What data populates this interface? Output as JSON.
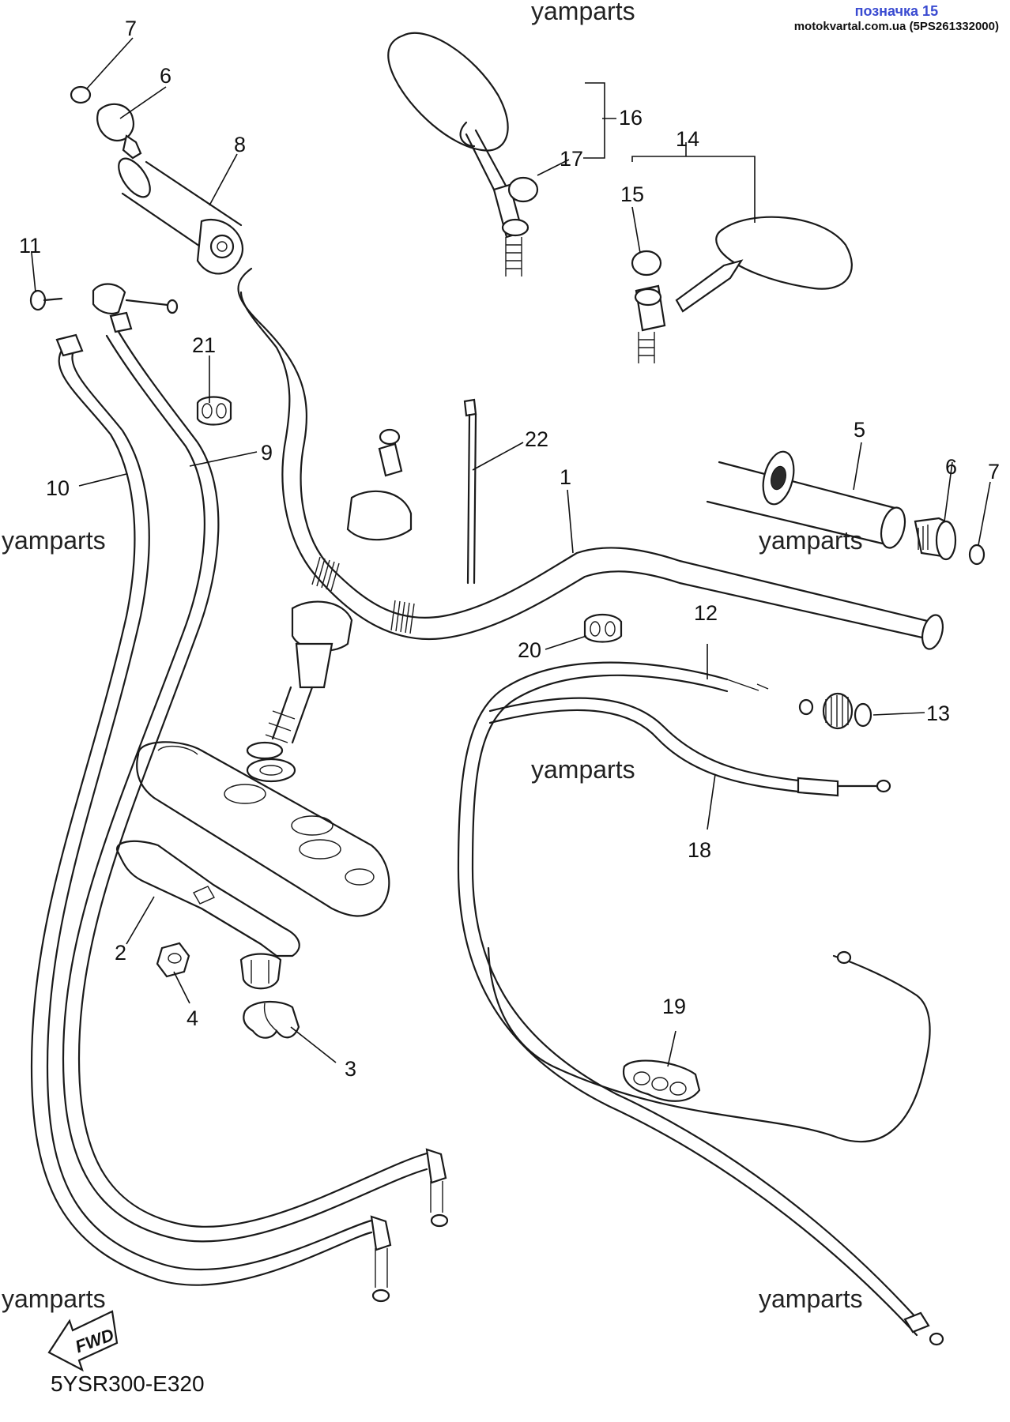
{
  "header": {
    "mark_label": "позначка 15",
    "source_label": "motokvartal.com.ua (5PS261332000)"
  },
  "watermark": "yamparts",
  "diagram_code": "5YSR300-E320",
  "fwd_label": "FWD",
  "callouts": {
    "n1": "1",
    "n2": "2",
    "n3": "3",
    "n4": "4",
    "n5": "5",
    "n6a": "6",
    "n6b": "6",
    "n7a": "7",
    "n7b": "7",
    "n8": "8",
    "n9": "9",
    "n10": "10",
    "n11": "11",
    "n12": "12",
    "n13": "13",
    "n14": "14",
    "n15": "15",
    "n16": "16",
    "n17": "17",
    "n18": "18",
    "n19": "19",
    "n20": "20",
    "n21": "21",
    "n22": "22"
  },
  "colors": {
    "line": "#1a1a1a",
    "mark": "#3a4bd1",
    "background": "#ffffff"
  }
}
